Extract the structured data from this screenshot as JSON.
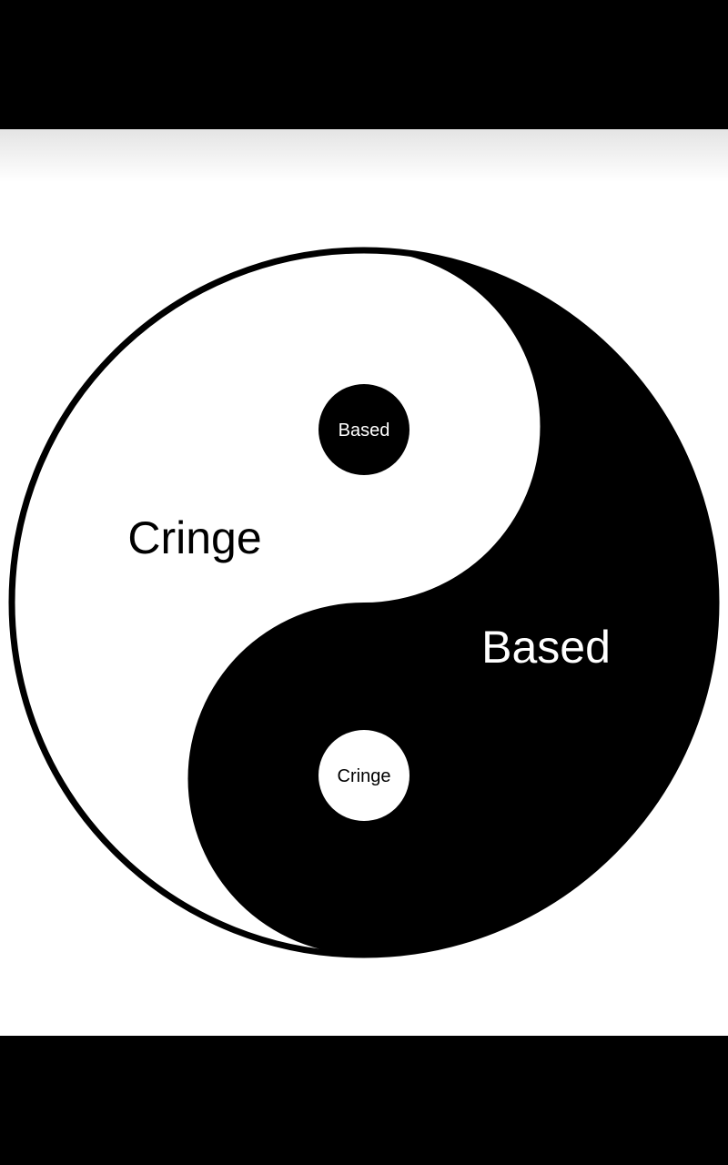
{
  "symbol": {
    "big_labels": {
      "light_side": "Cringe",
      "dark_side": "Based"
    },
    "dot_labels": {
      "dark_dot": "Based",
      "light_dot": "Cringe"
    },
    "colors": {
      "dark": "#000000",
      "light": "#ffffff"
    }
  }
}
